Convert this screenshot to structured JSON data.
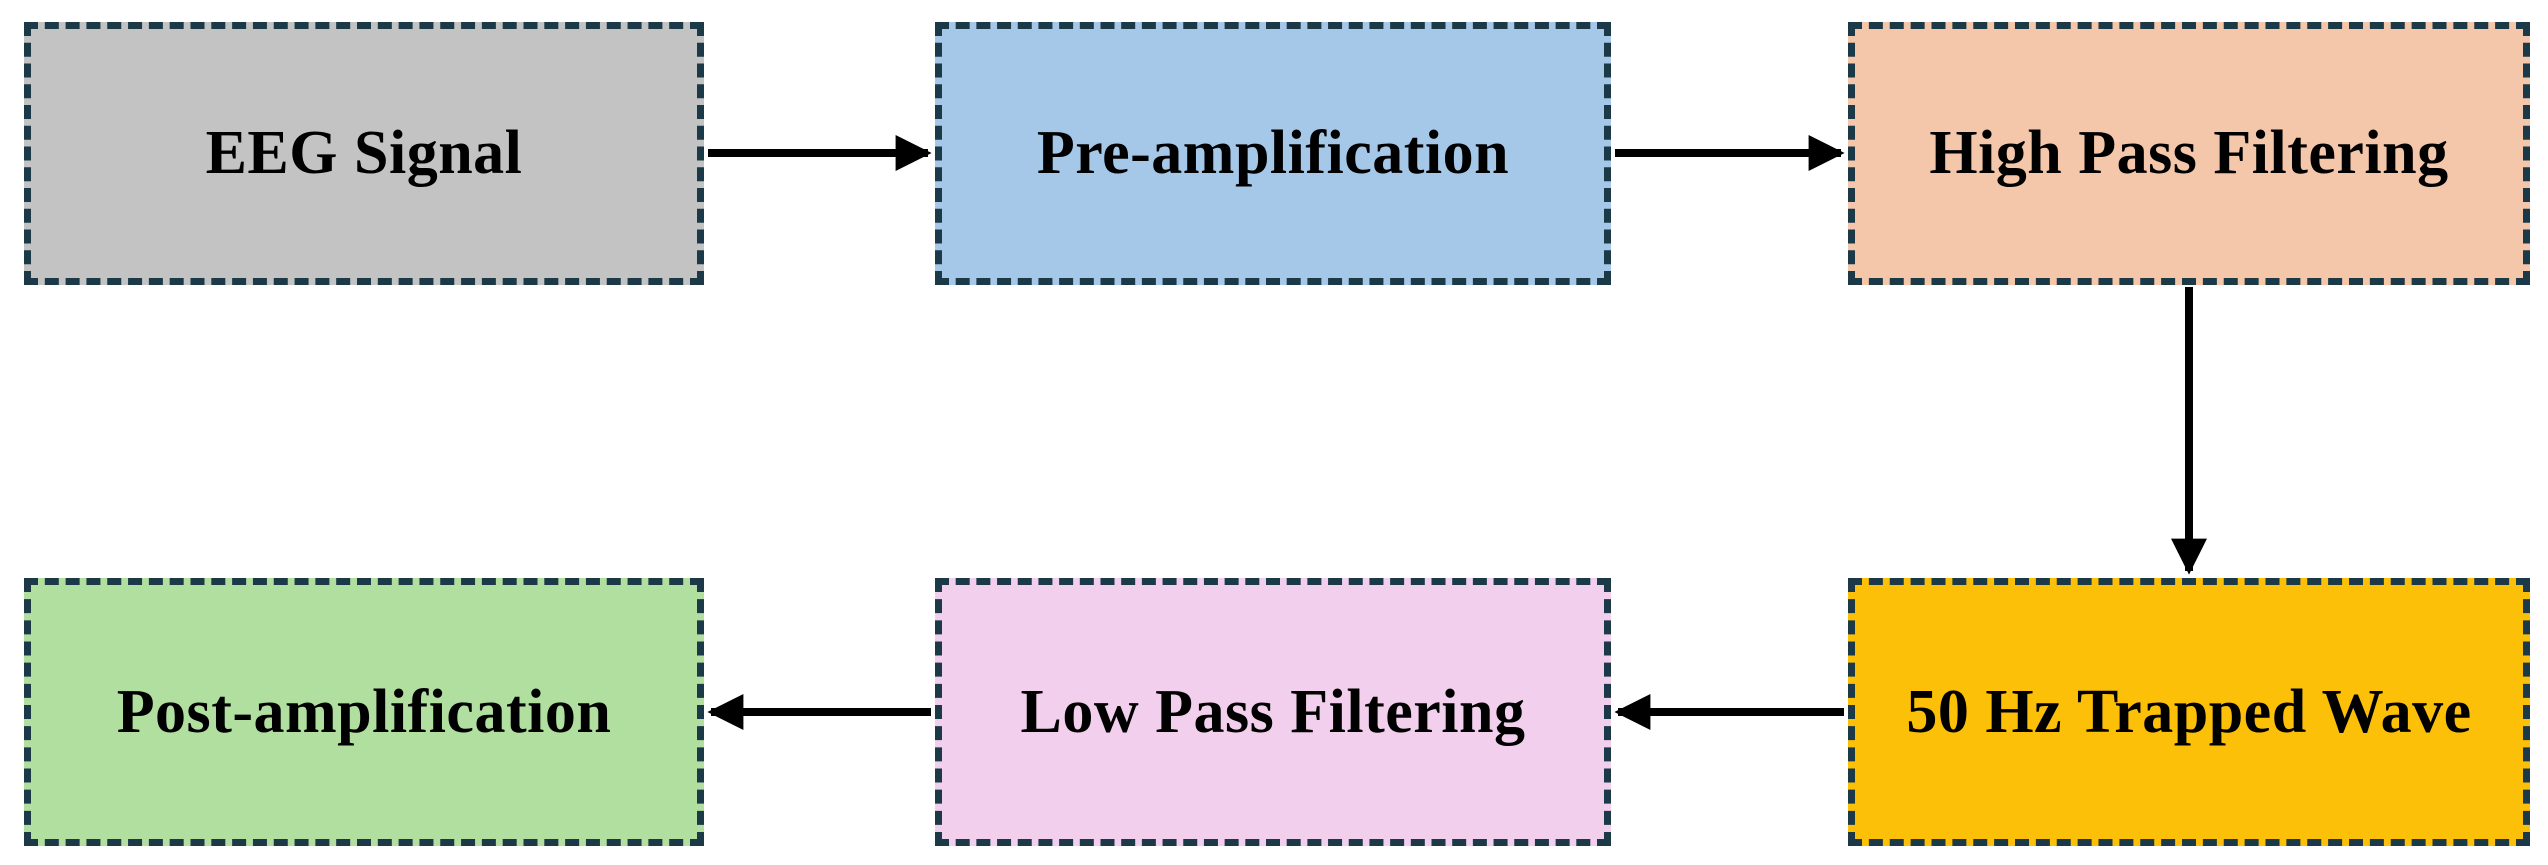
{
  "diagram": {
    "type": "flowchart",
    "style": {
      "background": "#ffffff",
      "node_border_color": "#1b3947",
      "node_border_style": "dashed",
      "node_text_color": "#000000",
      "arrow_color": "#000000"
    },
    "nodes": [
      {
        "id": "eeg-signal",
        "label": "EEG Signal",
        "fill": "#c3c3c3",
        "row": 1,
        "col": 1
      },
      {
        "id": "pre-amplification",
        "label": "Pre-amplification",
        "fill": "#a5c8e9",
        "row": 1,
        "col": 2
      },
      {
        "id": "high-pass-filtering",
        "label": "High Pass Filtering",
        "fill": "#f5c7aa",
        "row": 1,
        "col": 3
      },
      {
        "id": "trapped-wave-50hz",
        "label": "50 Hz Trapped Wave",
        "fill": "#fdc008",
        "row": 2,
        "col": 3
      },
      {
        "id": "low-pass-filtering",
        "label": "Low Pass Filtering",
        "fill": "#f2cfec",
        "row": 2,
        "col": 2
      },
      {
        "id": "post-amplification",
        "label": "Post-amplification",
        "fill": "#b0dfa0",
        "row": 2,
        "col": 1
      }
    ],
    "edges": [
      {
        "from": "eeg-signal",
        "to": "pre-amplification",
        "direction": "right"
      },
      {
        "from": "pre-amplification",
        "to": "high-pass-filtering",
        "direction": "right"
      },
      {
        "from": "high-pass-filtering",
        "to": "trapped-wave-50hz",
        "direction": "down"
      },
      {
        "from": "trapped-wave-50hz",
        "to": "low-pass-filtering",
        "direction": "left"
      },
      {
        "from": "low-pass-filtering",
        "to": "post-amplification",
        "direction": "left"
      }
    ]
  }
}
